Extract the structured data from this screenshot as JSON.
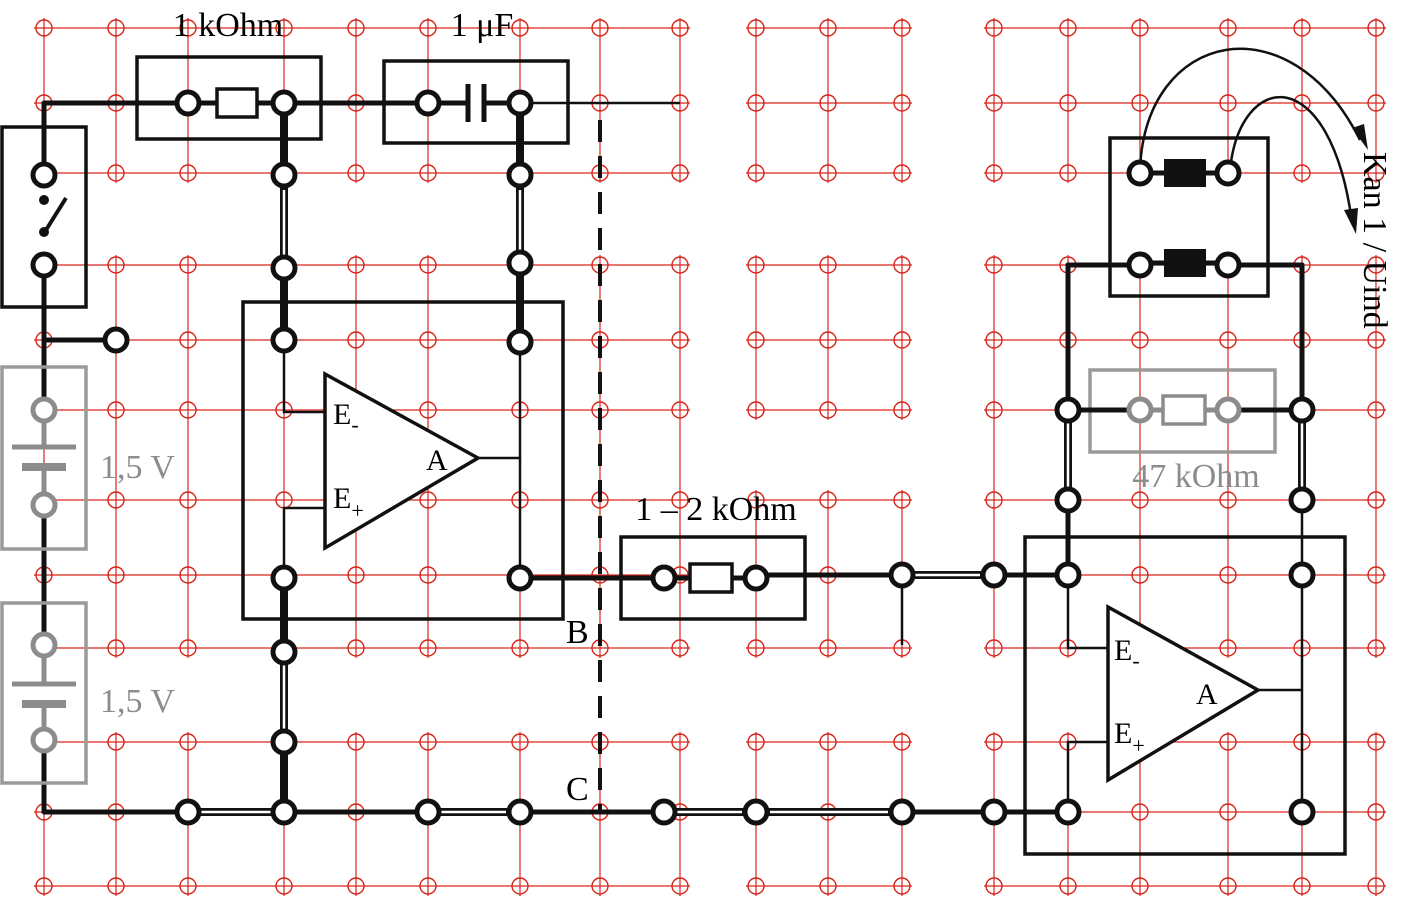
{
  "components": {
    "resistor_1k": "1 kOhm",
    "capacitor": "1 μF",
    "resistor_adj": "1 – 2 kOhm",
    "resistor_47k": "47 kOhm",
    "battery_top": "1,5 V",
    "battery_bottom": "1,5 V"
  },
  "opamp1": {
    "label": "A",
    "inv": "E",
    "inv_sub": "-",
    "noninv": "E",
    "noninv_sub": "+"
  },
  "opamp2": {
    "label": "A",
    "inv": "E",
    "inv_sub": "-",
    "noninv": "E",
    "noninv_sub": "+"
  },
  "points": {
    "b": "B",
    "c": "C"
  },
  "output": {
    "channel": "Kan 1 / Uind"
  },
  "colors": {
    "grid": "#d9241c",
    "wire": "#111111",
    "inactive": "#8c8c8c"
  }
}
